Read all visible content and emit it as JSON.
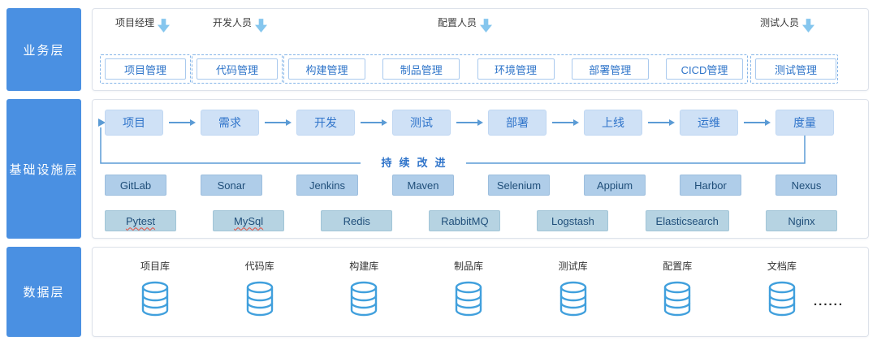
{
  "layers": {
    "business": "业务层",
    "infrastructure": "基础设施层",
    "data": "数据层"
  },
  "business": {
    "roles": [
      "项目经理",
      "开发人员",
      "配置人员",
      "测试人员"
    ],
    "groups": [
      [
        "项目管理"
      ],
      [
        "代码管理"
      ],
      [
        "构建管理",
        "制品管理",
        "环境管理",
        "部署管理",
        "CICD管理"
      ],
      [
        "测试管理"
      ]
    ]
  },
  "infrastructure": {
    "flow": [
      "项目",
      "需求",
      "开发",
      "测试",
      "部署",
      "上线",
      "运维",
      "度量"
    ],
    "loop_label": "持续改进",
    "tools_row1": [
      "GitLab",
      "Sonar",
      "Jenkins",
      "Maven",
      "Selenium",
      "Appium",
      "Harbor",
      "Nexus"
    ],
    "tools_row2": [
      "Pytest",
      "MySql",
      "Redis",
      "RabbitMQ",
      "Logstash",
      "Elasticsearch",
      "Nginx"
    ]
  },
  "data_layer": {
    "databases": [
      "项目库",
      "代码库",
      "构建库",
      "制品库",
      "测试库",
      "配置库",
      "文档库"
    ],
    "ellipsis": "......"
  },
  "colors": {
    "layer_label_bg": "#4a90e2",
    "flow_box_bg": "#cfe1f6",
    "flow_text": "#2f74ca",
    "tool_box_bg_row1": "#afcde9",
    "tool_box_bg_row2": "#b6d3e2",
    "tool_text": "#1f4e79",
    "arrow": "#5b9bd5",
    "down_arrow": "#85c6ee",
    "db_icon_stroke": "#41a0dd",
    "spellcheck_underline": "#e74c3c"
  }
}
